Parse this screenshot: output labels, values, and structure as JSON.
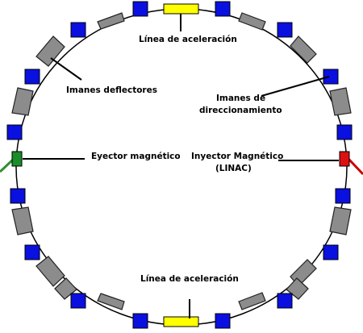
{
  "labels": {
    "top_acceleration": "Línea de aceleración",
    "bottom_acceleration": "Línea de aceleración",
    "deflector_magnets": "Imanes deflectores",
    "steering_magnets_line1": "Imanes de",
    "steering_magnets_line2": "direccionamiento",
    "ejector": "Eyector magnético",
    "injector_line1": "Inyector Magnético",
    "injector_line2": "(LINAC)"
  },
  "colors": {
    "ring_line": "#000000",
    "deflector_fill": "#8c8c8c",
    "steering_fill": "#0a10e0",
    "acceleration_fill": "#ffff00",
    "ejector_fill": "#1a8c2a",
    "ejector_beam": "#2f8f2f",
    "injector_fill": "#dd1111",
    "injector_beam": "#cc0000"
  }
}
